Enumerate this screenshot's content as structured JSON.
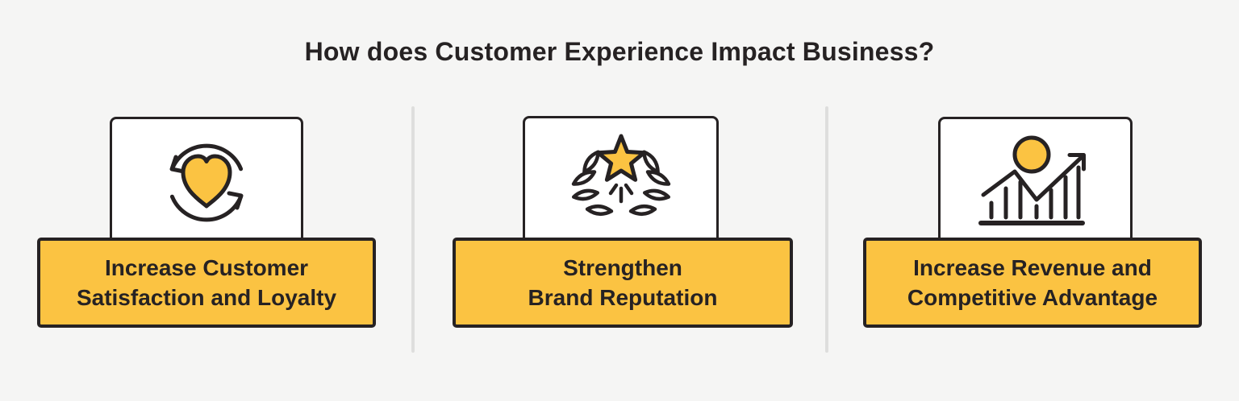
{
  "title": "How does Customer Experience Impact Business?",
  "colors": {
    "background": "#F5F5F4",
    "accent": "#FBC342",
    "ink": "#262223",
    "card_bg": "#FFFFFF",
    "divider": "#DEDEDD"
  },
  "items": [
    {
      "icon": "heart-refresh-icon",
      "label": "Increase Customer\nSatisfaction and Loyalty"
    },
    {
      "icon": "star-laurel-icon",
      "label": "Strengthen\nBrand Reputation"
    },
    {
      "icon": "growth-chart-icon",
      "label": "Increase Revenue and\nCompetitive Advantage"
    }
  ]
}
